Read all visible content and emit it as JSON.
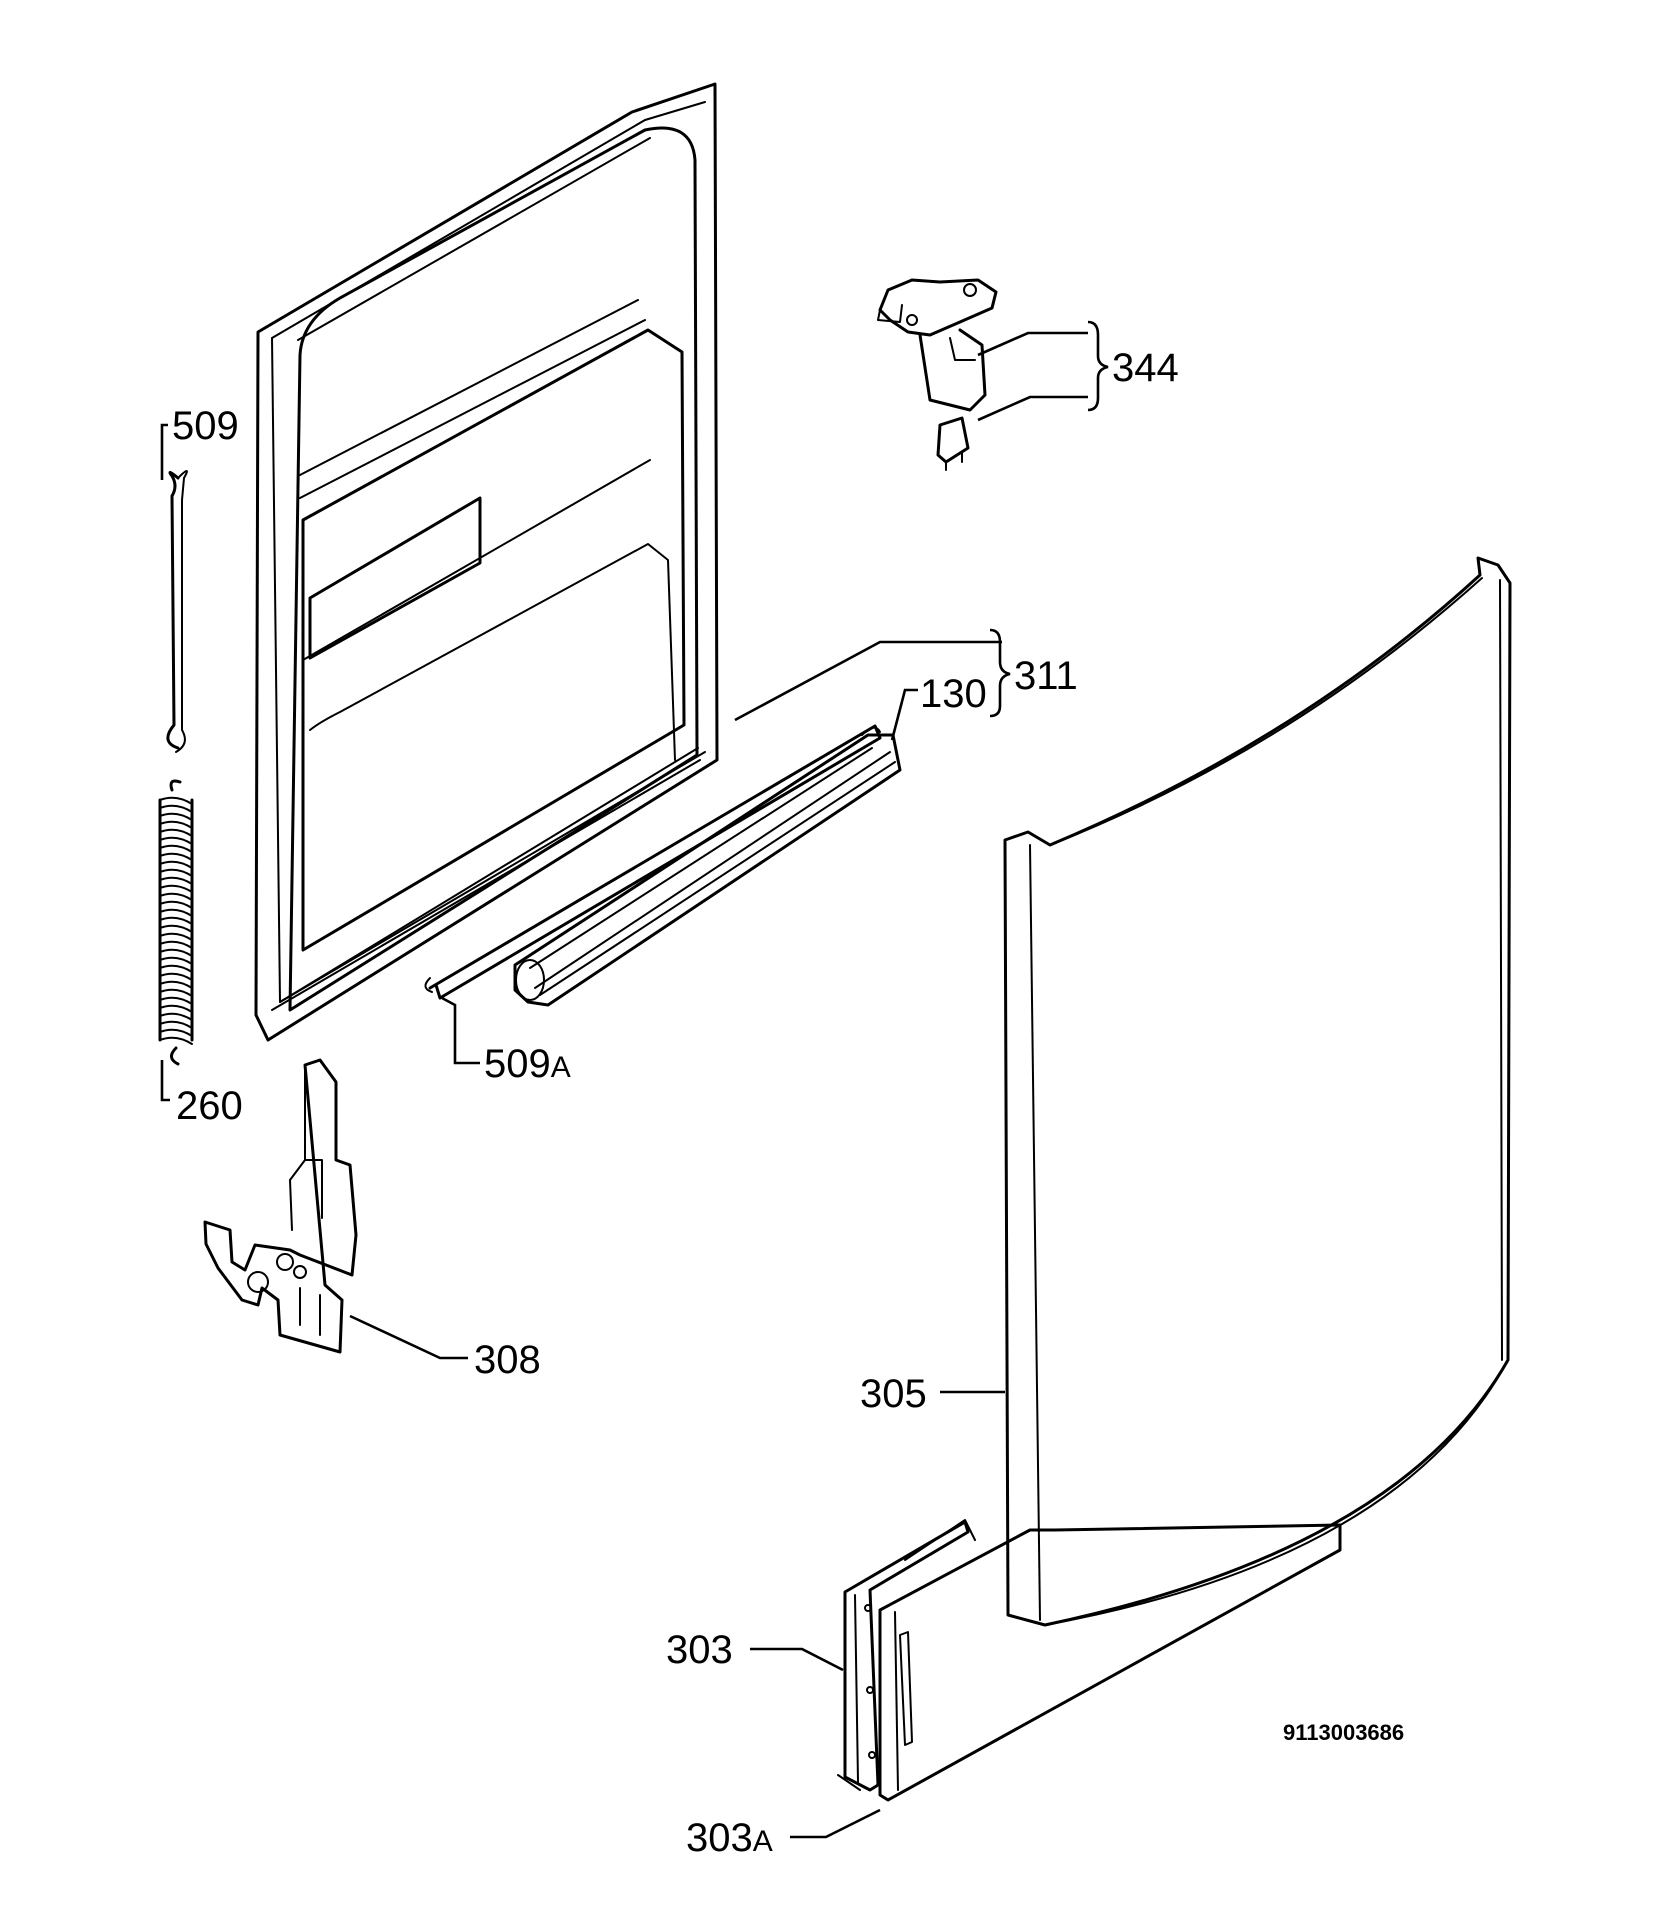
{
  "labels": {
    "p509": "509",
    "p260": "260",
    "p344": "344",
    "p311": "311",
    "p130": "130",
    "p509a_num": "509",
    "p509a_suffix": "A",
    "p308": "308",
    "p305": "305",
    "p303": "303",
    "p303a_num": "303",
    "p303a_suffix": "A"
  },
  "document_id": "9113003686"
}
